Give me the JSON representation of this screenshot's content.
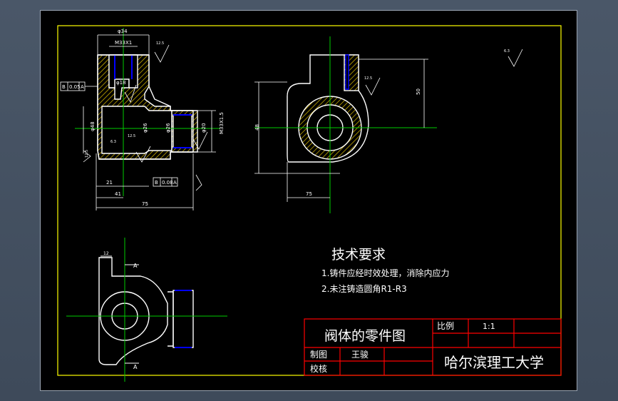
{
  "colors": {
    "background": "#000000",
    "border": "#ffff00",
    "outline": "#ffffff",
    "centerline": "#00cc00",
    "hatch": "#e0c000",
    "hidden": "#0000ff",
    "titleblock": "#ff0000"
  },
  "dimensions": {
    "d_top": "φ34",
    "d_thread": "M33X1",
    "d_bore": "φ18",
    "d_left": "φ48",
    "d_side": "φ26",
    "d_side2": "φ26",
    "d_right": "M33X1.5",
    "d_right_small": "φ20",
    "rough_top": "12.5",
    "rough_mid": "12.5",
    "rough_low": "6.3",
    "rough_left": "12.5",
    "rough_right_view": "12.5",
    "rough_corner": "6.3",
    "len_21": "21",
    "len_41": "41",
    "len_75": "75",
    "len_75_right": "75",
    "h_48": "48",
    "h_50": "50",
    "w_12": "12",
    "v_12": "12",
    "tol_parallel": "0.05",
    "tol_perp": "0.08",
    "datum_a": "A",
    "datum_b": "B"
  },
  "section_labels": {
    "top": "A",
    "bottom": "A"
  },
  "tech_requirements": {
    "title": "技术要求",
    "line1": "1.铸件应经时效处理，消除内应力",
    "line2": "2.未注铸造圆角R1-R3"
  },
  "title_block": {
    "part_name": "阀体的零件图",
    "scale_label": "比例",
    "scale_value": "1:1",
    "drawn_label": "制图",
    "drawn_name": "王骏",
    "checked_label": "校核",
    "school": "哈尔滨理工大学"
  }
}
